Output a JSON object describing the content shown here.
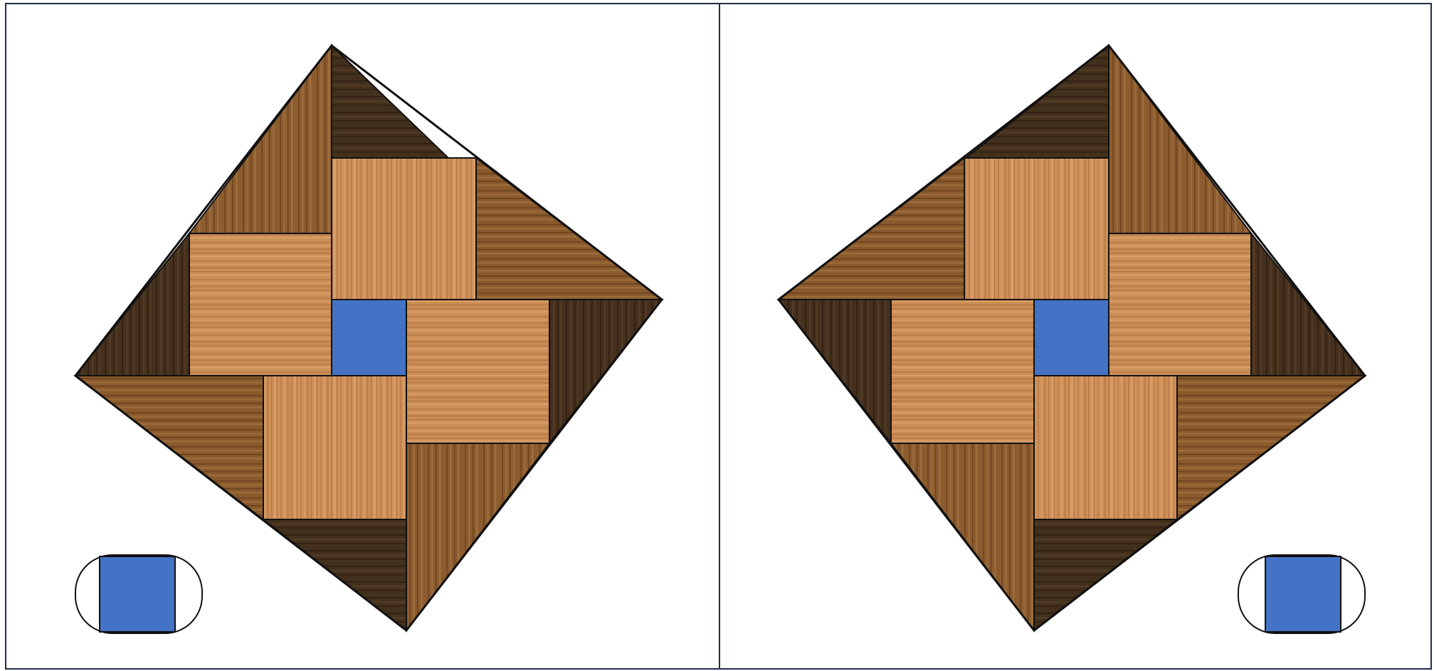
{
  "figure": {
    "panels": [
      {
        "id": "left",
        "orientation": "original",
        "center_square_color": "#4472C4",
        "badge_square_color": "#4472C4"
      },
      {
        "id": "right",
        "orientation": "mirrored",
        "center_square_color": "#4472C4",
        "badge_square_color": "#4472C4"
      }
    ],
    "colors": {
      "frame": "#1F2E4A",
      "outline": "#111111",
      "blue": "#4472C4",
      "wood_light": "#C9894E",
      "wood_medium": "#8A5A2E",
      "wood_dark": "#3F2A18"
    }
  }
}
